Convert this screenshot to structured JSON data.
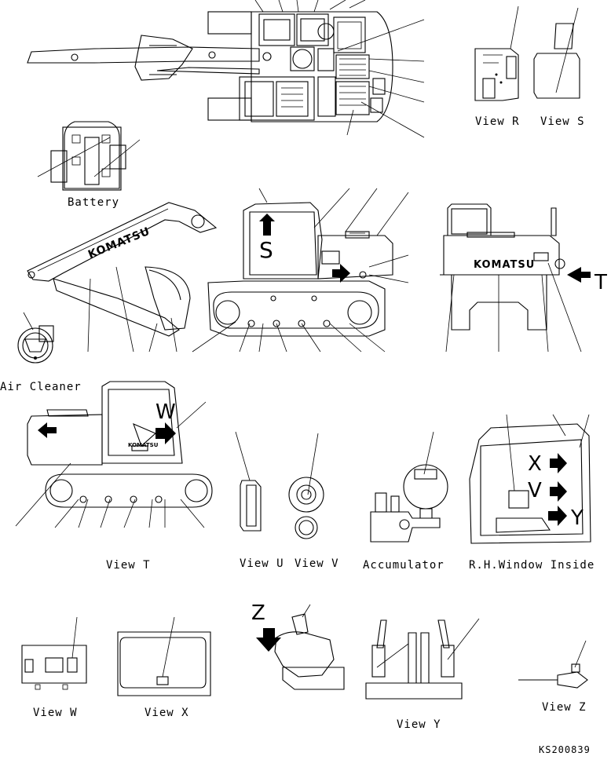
{
  "captions": {
    "view_r": "View R",
    "view_s": "View S",
    "battery": "Battery",
    "air_cleaner": "Air Cleaner",
    "view_t": "View T",
    "view_u": "View U",
    "view_v": "View V",
    "accumulator": "Accumulator",
    "rh_window_inside": "R.H.Window Inside",
    "view_w": "View W",
    "view_x": "View X",
    "view_y": "View Y",
    "view_z": "View Z"
  },
  "markers": {
    "s": "S",
    "t": "T",
    "w": "W",
    "x": "X",
    "y": "Y",
    "v": "V",
    "z": "Z"
  },
  "brand": "KOMATSU",
  "drawing_number": "KS200839"
}
